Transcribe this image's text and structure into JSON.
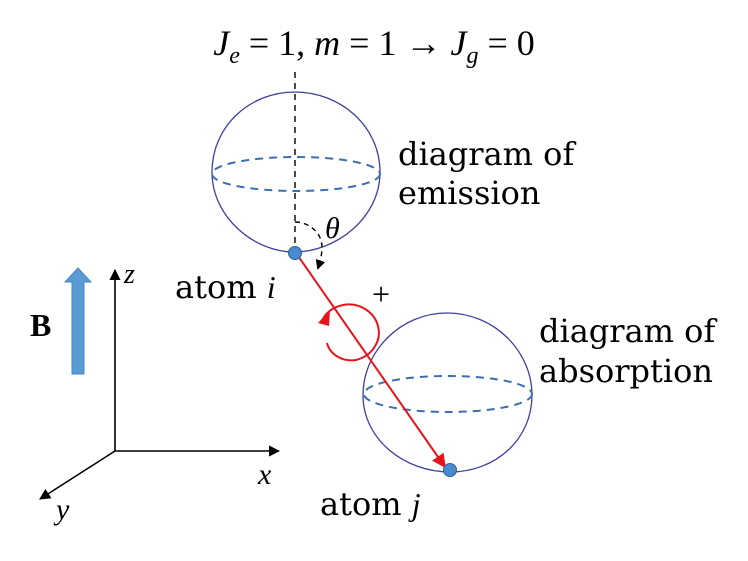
{
  "title": {
    "je": "J",
    "je_sub": "e",
    "part1": " = 1, ",
    "m": "m",
    "part2": " = 1 → ",
    "jg": "J",
    "jg_sub": "g",
    "part3": " = 0"
  },
  "labels": {
    "emission_line1": "diagram of",
    "emission_line2": "emission",
    "absorption_line1": "diagram of",
    "absorption_line2": "absorption",
    "atom_i_word": "atom ",
    "atom_i_index": "i",
    "atom_j_word": "atom ",
    "atom_j_index": "j",
    "theta": "θ",
    "polarization": "+",
    "field": "B",
    "axis_x": "x",
    "axis_y": "y",
    "axis_z": "z"
  },
  "colors": {
    "sphere_outline": "#3f3f9f",
    "equator_dash": "#3b6fb0",
    "atom_fill": "#4a8ad1",
    "photon_ray": "#e8141b",
    "b_arrow": "#5b9bd5",
    "axes": "#000000"
  }
}
